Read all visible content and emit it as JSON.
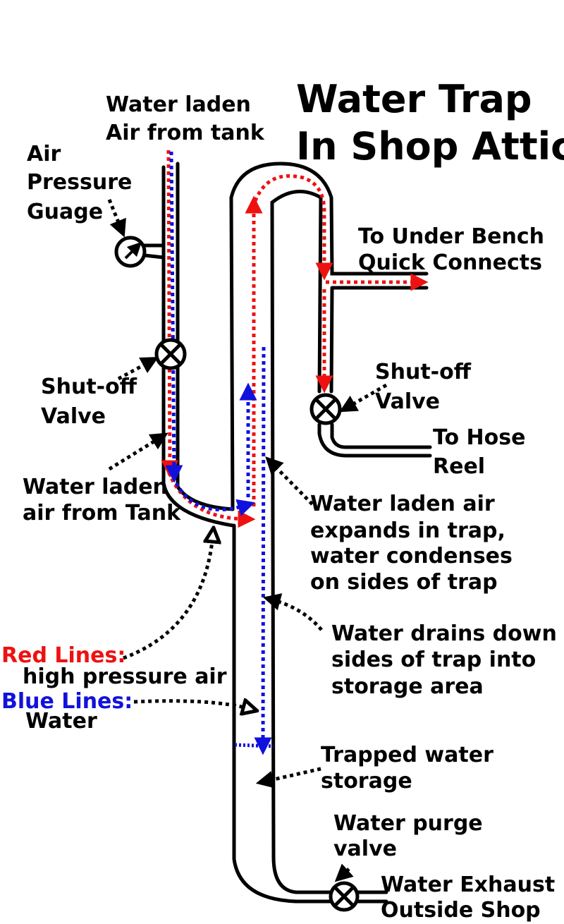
{
  "title": {
    "line1": "Water Trap",
    "line2": "In Shop Attic"
  },
  "labels": {
    "inlet_top": [
      "Water laden",
      "Air from tank"
    ],
    "gauge": [
      "Air",
      "Pressure",
      "Guage"
    ],
    "valve_left": [
      "Shut-off",
      "Valve"
    ],
    "inlet_bottom": [
      "Water laden",
      "air from Tank"
    ],
    "outlet_bench": [
      "To Under Bench",
      "Quick Connects"
    ],
    "valve_right": [
      "Shut-off",
      "Valve"
    ],
    "hose_reel": [
      "To Hose",
      "Reel"
    ],
    "expands": [
      "Water laden air",
      "expands in trap,",
      "water condenses",
      "on sides of trap"
    ],
    "drains": [
      "Water drains down",
      "sides of trap into",
      "storage area"
    ],
    "storage": [
      "Trapped water",
      "storage"
    ],
    "purge": [
      "Water purge",
      "valve"
    ],
    "exhaust": [
      "Water Exhaust",
      "Outside Shop"
    ]
  },
  "legend": {
    "red_title": "Red Lines:",
    "red_desc": "high pressure air",
    "blue_title": "Blue Lines:",
    "blue_desc": "Water"
  },
  "colors": {
    "pipe": "#000000",
    "air": "#ee1111",
    "water": "#1111dd"
  }
}
